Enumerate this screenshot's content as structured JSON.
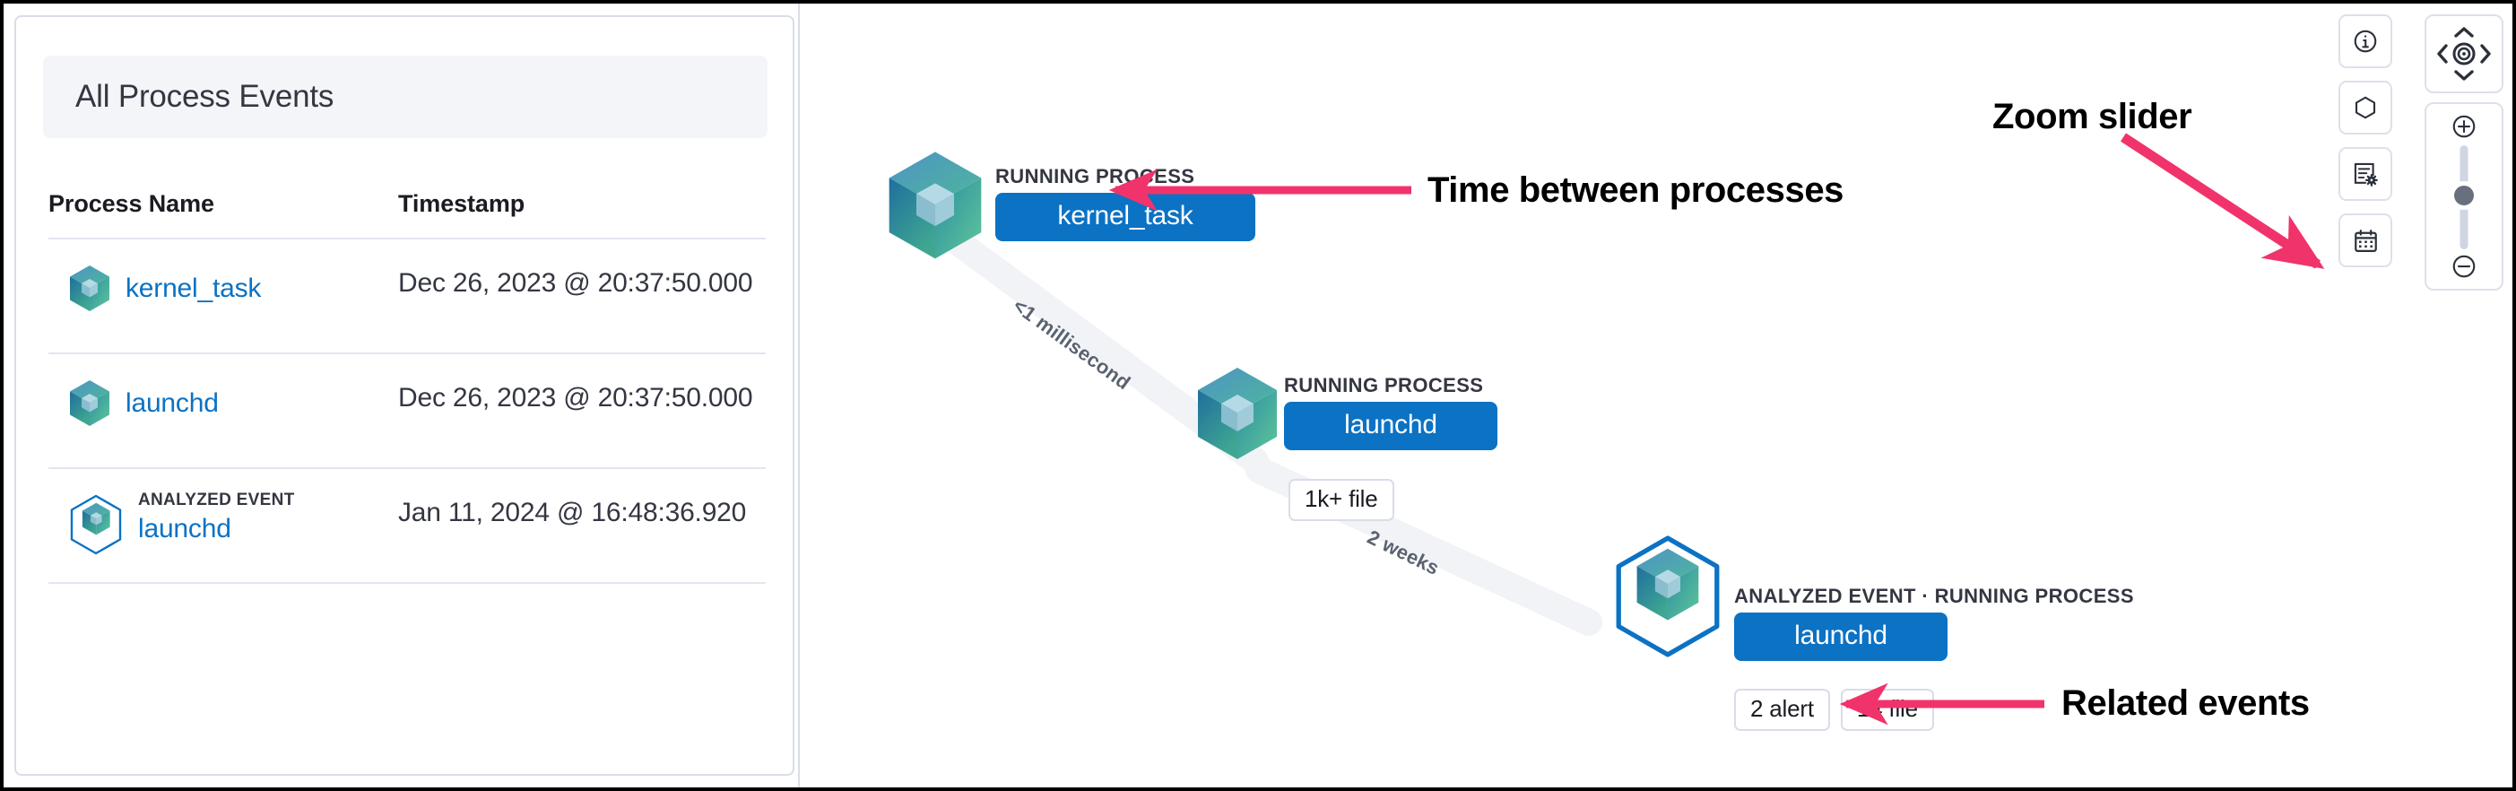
{
  "colors": {
    "accent_blue": "#0B72C4",
    "annotation_pink": "#F0346B",
    "panel_border": "#D9DDE8",
    "header_bg": "#F4F5F9",
    "edge_gray": "#F2F3F7",
    "text_dark": "#343741",
    "cube_blue": "#3C8FC0",
    "cube_teal": "#2E8C86",
    "cube_green": "#56B98E"
  },
  "left_panel": {
    "title": "All Process Events",
    "table": {
      "columns": [
        "Process Name",
        "Timestamp"
      ],
      "rows": [
        {
          "icon": "cube-icon",
          "tag": "",
          "name": "kernel_task",
          "timestamp": "Dec 26, 2023 @ 20:37:50.000"
        },
        {
          "icon": "cube-icon",
          "tag": "",
          "name": "launchd",
          "timestamp": "Dec 26, 2023 @ 20:37:50.000"
        },
        {
          "icon": "cube-hexagon-icon",
          "tag": "ANALYZED EVENT",
          "name": "launchd",
          "timestamp": "Jan 11, 2024 @ 16:48:36.920"
        }
      ]
    }
  },
  "graph": {
    "nodes": [
      {
        "id": "kernel_task",
        "kicker": "RUNNING PROCESS",
        "label": "kernel_task",
        "analyzed": false,
        "badges": []
      },
      {
        "id": "launchd-running",
        "kicker": "RUNNING PROCESS",
        "label": "launchd",
        "analyzed": false,
        "badges": [
          "1k+ file"
        ]
      },
      {
        "id": "launchd-analyzed",
        "kicker": "ANALYZED EVENT · RUNNING PROCESS",
        "label": "launchd",
        "analyzed": true,
        "badges": [
          "2 alert",
          "14 file"
        ]
      }
    ],
    "edges": [
      {
        "from": "kernel_task",
        "to": "launchd-running",
        "label": "<1 millisecond"
      },
      {
        "from": "launchd-running",
        "to": "launchd-analyzed",
        "label": "2 weeks"
      }
    ]
  },
  "annotations": [
    {
      "text": "Zoom slider",
      "target": "zoom-slider"
    },
    {
      "text": "Time between processes",
      "target": "edge-label"
    },
    {
      "text": "Related events",
      "target": "event-badges"
    }
  ],
  "controls": {
    "buttons": [
      {
        "name": "info-icon",
        "tooltip": "Info"
      },
      {
        "name": "hexagon-icon",
        "tooltip": "Node options"
      },
      {
        "name": "list-settings-icon",
        "tooltip": "Legend settings"
      },
      {
        "name": "calendar-icon",
        "tooltip": "Date picker"
      }
    ],
    "pan": {
      "up": "pan-up",
      "down": "pan-down",
      "left": "pan-left",
      "right": "pan-right",
      "center": "center-target"
    },
    "zoom": {
      "in": "zoom-in",
      "out": "zoom-out",
      "slider_value": 55
    }
  }
}
